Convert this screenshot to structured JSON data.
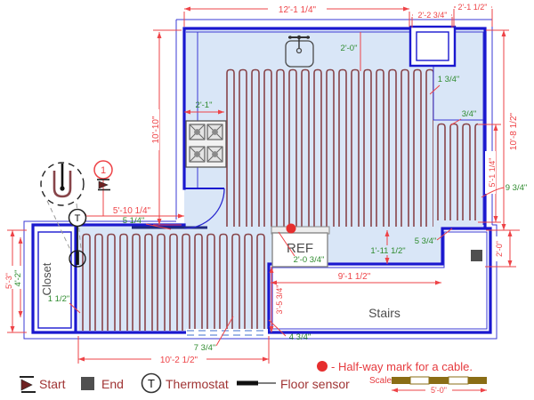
{
  "colors": {
    "wall_blue": "#1a18cf",
    "floor_fill": "#d9e6f7",
    "cable_maroon": "#874449",
    "dimension_red": "#ee4347",
    "offset_green": "#2e8b2e",
    "legend_text": "#a03434",
    "scale_bar_olive": "#8a6d15"
  },
  "rooms": {
    "closet": "Closet",
    "stairs": "Stairs",
    "fridge": "REF"
  },
  "dims": {
    "top_main": "12'-1 1/4\"",
    "top_chimney": "2'-2 3/4\"",
    "top_right": "2'-1 1/2\"",
    "right_total": "10'-8 1/2\"",
    "right_cable": "5'-1 1/4\"",
    "right_notch": "2'-0\"",
    "left_kitchen": "10'-10\"",
    "left_room_width": "5'-10 1/4\"",
    "closet_height": "5'-3\"",
    "stairs_height": "3'-5 3/4\"",
    "stairs_width": "9'-1 1/2\"",
    "bottom_width": "10'-2 1/2\""
  },
  "offsets": {
    "counter": "2'-1\"",
    "sink": "2'-0\"",
    "chimney_side": "1 3/4\"",
    "step": "3/4\"",
    "cable_right": "9 3/4\"",
    "corner": "5 3/4\"",
    "strip": "1'-11 1/2\"",
    "fridge": "2'-0 3/4\"",
    "room_top": "5 1/4\"",
    "closet_gap": "1 1/2\"",
    "bottom_left": "7 3/4\"",
    "bottom_right": "4 3/4\"",
    "closet_inner": "4'-2\""
  },
  "markers": {
    "callout_number": "1",
    "thermostat_letter": "T"
  },
  "legend": {
    "start": "Start",
    "end": "End",
    "thermostat": "Thermostat",
    "floor_sensor": "Floor sensor",
    "halfway": "- Half-way mark for a cable.",
    "scale_label": "Scale",
    "scale_value": "5'-0\""
  }
}
